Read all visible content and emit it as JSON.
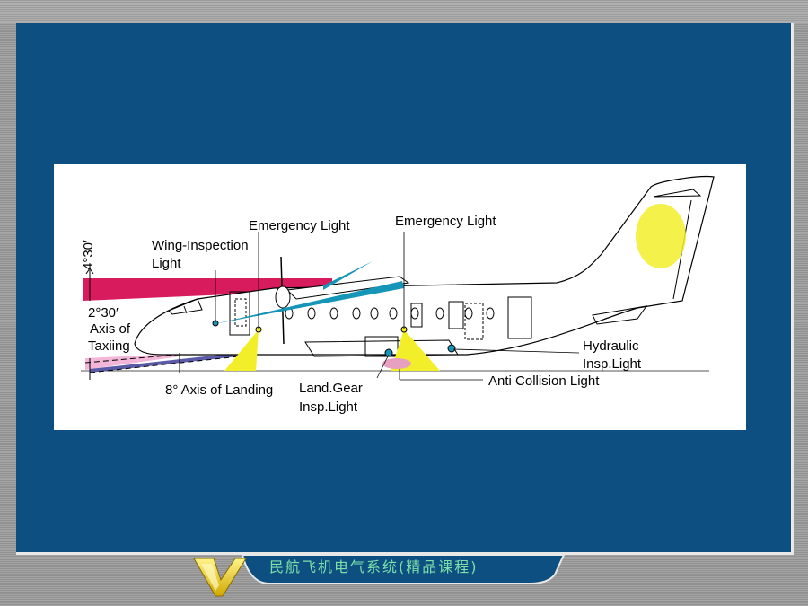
{
  "slide": {
    "footer_title": "民航飞机电气系统(精品课程)"
  },
  "diagram": {
    "labels": {
      "emergency_light_1": "Emergency Light",
      "emergency_light_2": "Emergency Light",
      "wing_inspection_line1": "Wing-Inspection",
      "wing_inspection_line2": "Light",
      "angle_4_30": "4°30′",
      "angle_2_30": "2°30′",
      "axis_of": "Axis of",
      "taxiing": "Taxiing",
      "axis_landing": "8° Axis of Landing",
      "land_gear_line1": "Land.Gear",
      "land_gear_line2": "Insp.Light",
      "hydraulic_line1": "Hydraulic",
      "hydraulic_line2": "Insp.Light",
      "anti_collision": "Anti Collision Light"
    },
    "colors": {
      "landing_beam": "#d81b5c",
      "wing_beam": "#1595b8",
      "taxi_beam_pink": "#f3b6d8",
      "landing_beam_blue": "#5a5aa6",
      "emergency_yellow": "#f2ee2a",
      "anti_collision": "#e8a0c0",
      "slide_bg": "#0d4f81",
      "footer_text": "#7ee0a8"
    }
  }
}
